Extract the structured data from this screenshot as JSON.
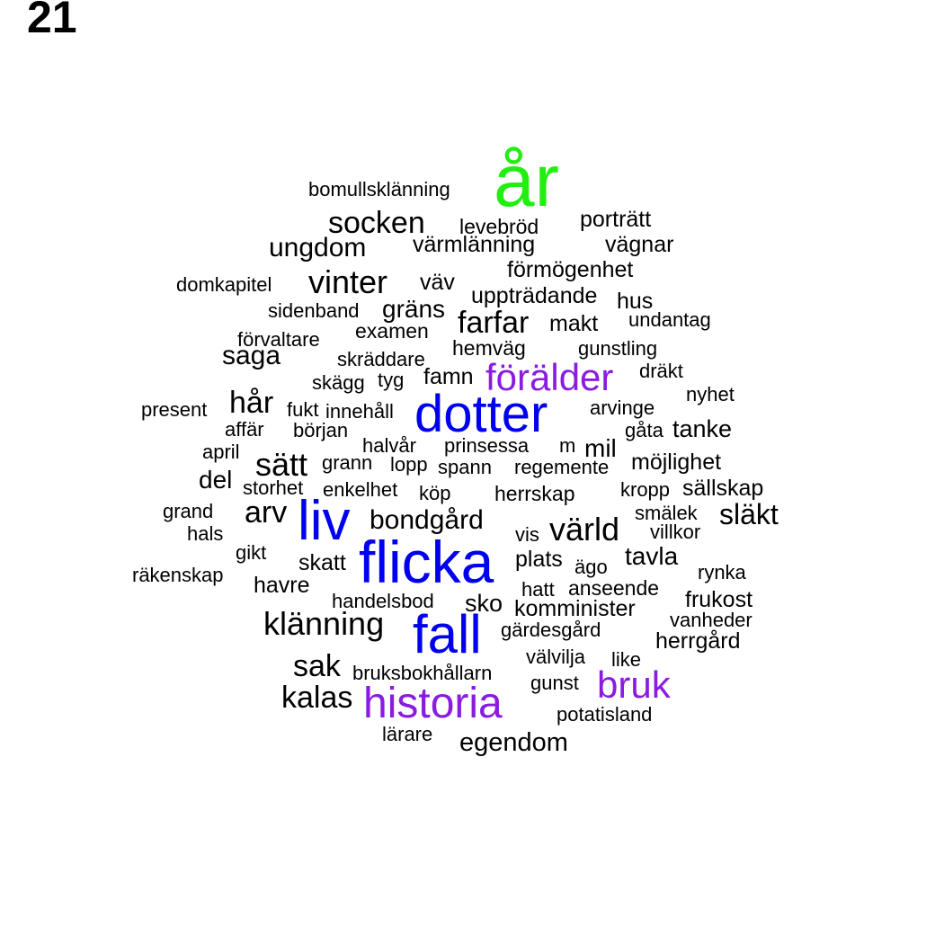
{
  "label": "21",
  "colors": {
    "default": "#000000",
    "green": "#22ee11",
    "blue": "#0000ee",
    "purple": "#8a1be0"
  },
  "words": [
    {
      "text": "år",
      "color": "#22ee11"
    },
    {
      "text": "bomullsklänning",
      "color": "#000000"
    },
    {
      "text": "socken",
      "color": "#000000"
    },
    {
      "text": "levebröd",
      "color": "#000000"
    },
    {
      "text": "porträtt",
      "color": "#000000"
    },
    {
      "text": "ungdom",
      "color": "#000000"
    },
    {
      "text": "värmlänning",
      "color": "#000000"
    },
    {
      "text": "vägnar",
      "color": "#000000"
    },
    {
      "text": "förmögenhet",
      "color": "#000000"
    },
    {
      "text": "domkapitel",
      "color": "#000000"
    },
    {
      "text": "vinter",
      "color": "#000000"
    },
    {
      "text": "väv",
      "color": "#000000"
    },
    {
      "text": "uppträdande",
      "color": "#000000"
    },
    {
      "text": "hus",
      "color": "#000000"
    },
    {
      "text": "sidenband",
      "color": "#000000"
    },
    {
      "text": "gräns",
      "color": "#000000"
    },
    {
      "text": "farfar",
      "color": "#000000"
    },
    {
      "text": "makt",
      "color": "#000000"
    },
    {
      "text": "undantag",
      "color": "#000000"
    },
    {
      "text": "förvaltare",
      "color": "#000000"
    },
    {
      "text": "examen",
      "color": "#000000"
    },
    {
      "text": "hemväg",
      "color": "#000000"
    },
    {
      "text": "gunstling",
      "color": "#000000"
    },
    {
      "text": "saga",
      "color": "#000000"
    },
    {
      "text": "skräddare",
      "color": "#000000"
    },
    {
      "text": "förälder",
      "color": "#8a1be0"
    },
    {
      "text": "dräkt",
      "color": "#000000"
    },
    {
      "text": "skägg",
      "color": "#000000"
    },
    {
      "text": "tyg",
      "color": "#000000"
    },
    {
      "text": "famn",
      "color": "#000000"
    },
    {
      "text": "nyhet",
      "color": "#000000"
    },
    {
      "text": "present",
      "color": "#000000"
    },
    {
      "text": "hår",
      "color": "#000000"
    },
    {
      "text": "fukt",
      "color": "#000000"
    },
    {
      "text": "innehåll",
      "color": "#000000"
    },
    {
      "text": "dotter",
      "color": "#0000ee"
    },
    {
      "text": "arvinge",
      "color": "#000000"
    },
    {
      "text": "affär",
      "color": "#000000"
    },
    {
      "text": "början",
      "color": "#000000"
    },
    {
      "text": "gåta",
      "color": "#000000"
    },
    {
      "text": "tanke",
      "color": "#000000"
    },
    {
      "text": "april",
      "color": "#000000"
    },
    {
      "text": "halvår",
      "color": "#000000"
    },
    {
      "text": "prinsessa",
      "color": "#000000"
    },
    {
      "text": "m",
      "color": "#000000"
    },
    {
      "text": "mil",
      "color": "#000000"
    },
    {
      "text": "sätt",
      "color": "#000000"
    },
    {
      "text": "grann",
      "color": "#000000"
    },
    {
      "text": "lopp",
      "color": "#000000"
    },
    {
      "text": "spann",
      "color": "#000000"
    },
    {
      "text": "regemente",
      "color": "#000000"
    },
    {
      "text": "möjlighet",
      "color": "#000000"
    },
    {
      "text": "del",
      "color": "#000000"
    },
    {
      "text": "storhet",
      "color": "#000000"
    },
    {
      "text": "enkelhet",
      "color": "#000000"
    },
    {
      "text": "köp",
      "color": "#000000"
    },
    {
      "text": "herrskap",
      "color": "#000000"
    },
    {
      "text": "kropp",
      "color": "#000000"
    },
    {
      "text": "sällskap",
      "color": "#000000"
    },
    {
      "text": "grand",
      "color": "#000000"
    },
    {
      "text": "arv",
      "color": "#000000"
    },
    {
      "text": "liv",
      "color": "#0000ee"
    },
    {
      "text": "bondgård",
      "color": "#000000"
    },
    {
      "text": "smälek",
      "color": "#000000"
    },
    {
      "text": "släkt",
      "color": "#000000"
    },
    {
      "text": "hals",
      "color": "#000000"
    },
    {
      "text": "vis",
      "color": "#000000"
    },
    {
      "text": "värld",
      "color": "#000000"
    },
    {
      "text": "villkor",
      "color": "#000000"
    },
    {
      "text": "gikt",
      "color": "#000000"
    },
    {
      "text": "skatt",
      "color": "#000000"
    },
    {
      "text": "flicka",
      "color": "#0000ee"
    },
    {
      "text": "plats",
      "color": "#000000"
    },
    {
      "text": "tavla",
      "color": "#000000"
    },
    {
      "text": "räkenskap",
      "color": "#000000"
    },
    {
      "text": "ägo",
      "color": "#000000"
    },
    {
      "text": "rynka",
      "color": "#000000"
    },
    {
      "text": "havre",
      "color": "#000000"
    },
    {
      "text": "hatt",
      "color": "#000000"
    },
    {
      "text": "anseende",
      "color": "#000000"
    },
    {
      "text": "handelsbod",
      "color": "#000000"
    },
    {
      "text": "sko",
      "color": "#000000"
    },
    {
      "text": "frukost",
      "color": "#000000"
    },
    {
      "text": "komminister",
      "color": "#000000"
    },
    {
      "text": "klänning",
      "color": "#000000"
    },
    {
      "text": "vanheder",
      "color": "#000000"
    },
    {
      "text": "fall",
      "color": "#0000ee"
    },
    {
      "text": "gärdesgård",
      "color": "#000000"
    },
    {
      "text": "herrgård",
      "color": "#000000"
    },
    {
      "text": "välvilja",
      "color": "#000000"
    },
    {
      "text": "like",
      "color": "#000000"
    },
    {
      "text": "sak",
      "color": "#000000"
    },
    {
      "text": "bruksbokhållarn",
      "color": "#000000"
    },
    {
      "text": "gunst",
      "color": "#000000"
    },
    {
      "text": "bruk",
      "color": "#8a1be0"
    },
    {
      "text": "kalas",
      "color": "#000000"
    },
    {
      "text": "historia",
      "color": "#8a1be0"
    },
    {
      "text": "potatisland",
      "color": "#000000"
    },
    {
      "text": "lärare",
      "color": "#000000"
    },
    {
      "text": "egendom",
      "color": "#000000"
    }
  ]
}
